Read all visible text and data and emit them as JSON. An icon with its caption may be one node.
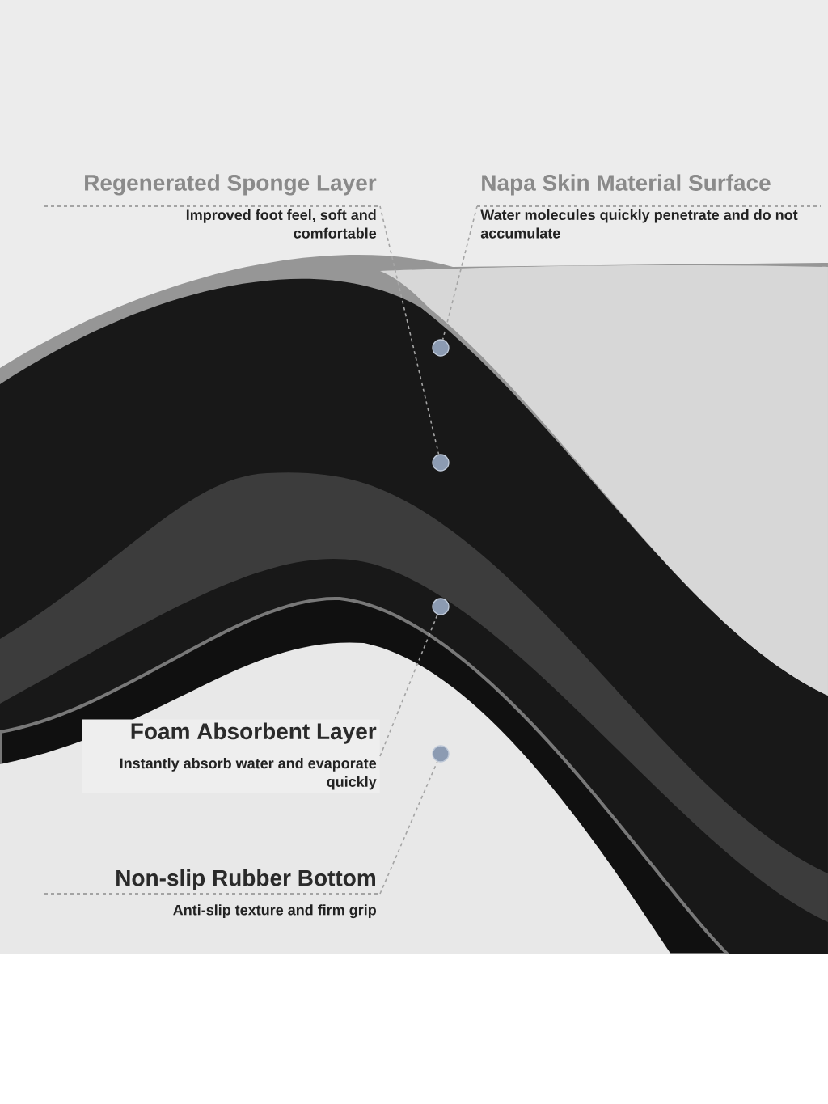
{
  "diagram": {
    "nodes": [
      {
        "text": [
          "Regenerated Sponge Layer",
          "Improved foot feel, soft and comfortable"
        ]
      },
      {
        "text": [
          "Napa Skin Material Surface",
          "Water molecules quickly penetrate and do not accumulate"
        ]
      },
      {
        "text": [],
        "shape": "circle"
      },
      {
        "text": [],
        "shape": "circle"
      },
      {
        "text": [],
        "shape": "circle"
      },
      {
        "text": [],
        "shape": "circle"
      },
      {
        "text": [
          "Foam Absorbent Layer",
          "Instantly absorb water and evaporate quickly"
        ]
      },
      {
        "text": [
          "Non-slip Rubber Bottom",
          "Anti-slip texture and firm grip"
        ]
      }
    ],
    "edges": [
      {
        "from": 1,
        "to": 2,
        "arrow": "none",
        "style": "dashed"
      },
      {
        "from": 0,
        "to": 3,
        "arrow": "none",
        "style": "dashed"
      },
      {
        "from": 6,
        "to": 4,
        "arrow": "none",
        "style": "dashed"
      },
      {
        "from": 7,
        "to": 5,
        "arrow": "none",
        "style": "dashed"
      }
    ]
  }
}
